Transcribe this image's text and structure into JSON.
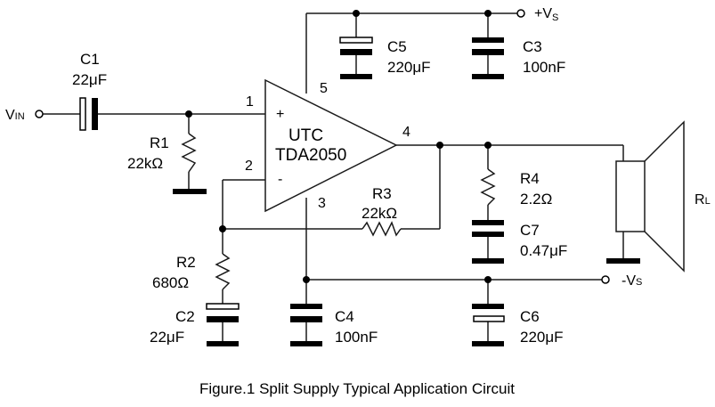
{
  "caption": "Figure.1 Split Supply Typical Application Circuit",
  "amplifier": {
    "line1": "UTC",
    "line2": "TDA2050",
    "plus": "+",
    "minus": "-"
  },
  "pins": {
    "p1": "1",
    "p2": "2",
    "p3": "3",
    "p4": "4",
    "p5": "5"
  },
  "terminals": {
    "vin": {
      "main": "V",
      "sub": "IN"
    },
    "vs_pos": {
      "main": "+V",
      "sub": "S"
    },
    "vs_neg": {
      "main": "-V",
      "sub": "S"
    },
    "rl": {
      "main": "R",
      "sub": "L"
    }
  },
  "components": {
    "C1": {
      "name": "C1",
      "value": "22μF"
    },
    "C2": {
      "name": "C2",
      "value": "22μF"
    },
    "C3": {
      "name": "C3",
      "value": "100nF"
    },
    "C4": {
      "name": "C4",
      "value": "100nF"
    },
    "C5": {
      "name": "C5",
      "value": "220μF"
    },
    "C6": {
      "name": "C6",
      "value": "220μF"
    },
    "C7": {
      "name": "C7",
      "value": "0.47μF"
    },
    "R1": {
      "name": "R1",
      "value": "22kΩ"
    },
    "R2": {
      "name": "R2",
      "value": "680Ω"
    },
    "R3": {
      "name": "R3",
      "value": "22kΩ"
    },
    "R4": {
      "name": "R4",
      "value": "2.2Ω"
    }
  }
}
